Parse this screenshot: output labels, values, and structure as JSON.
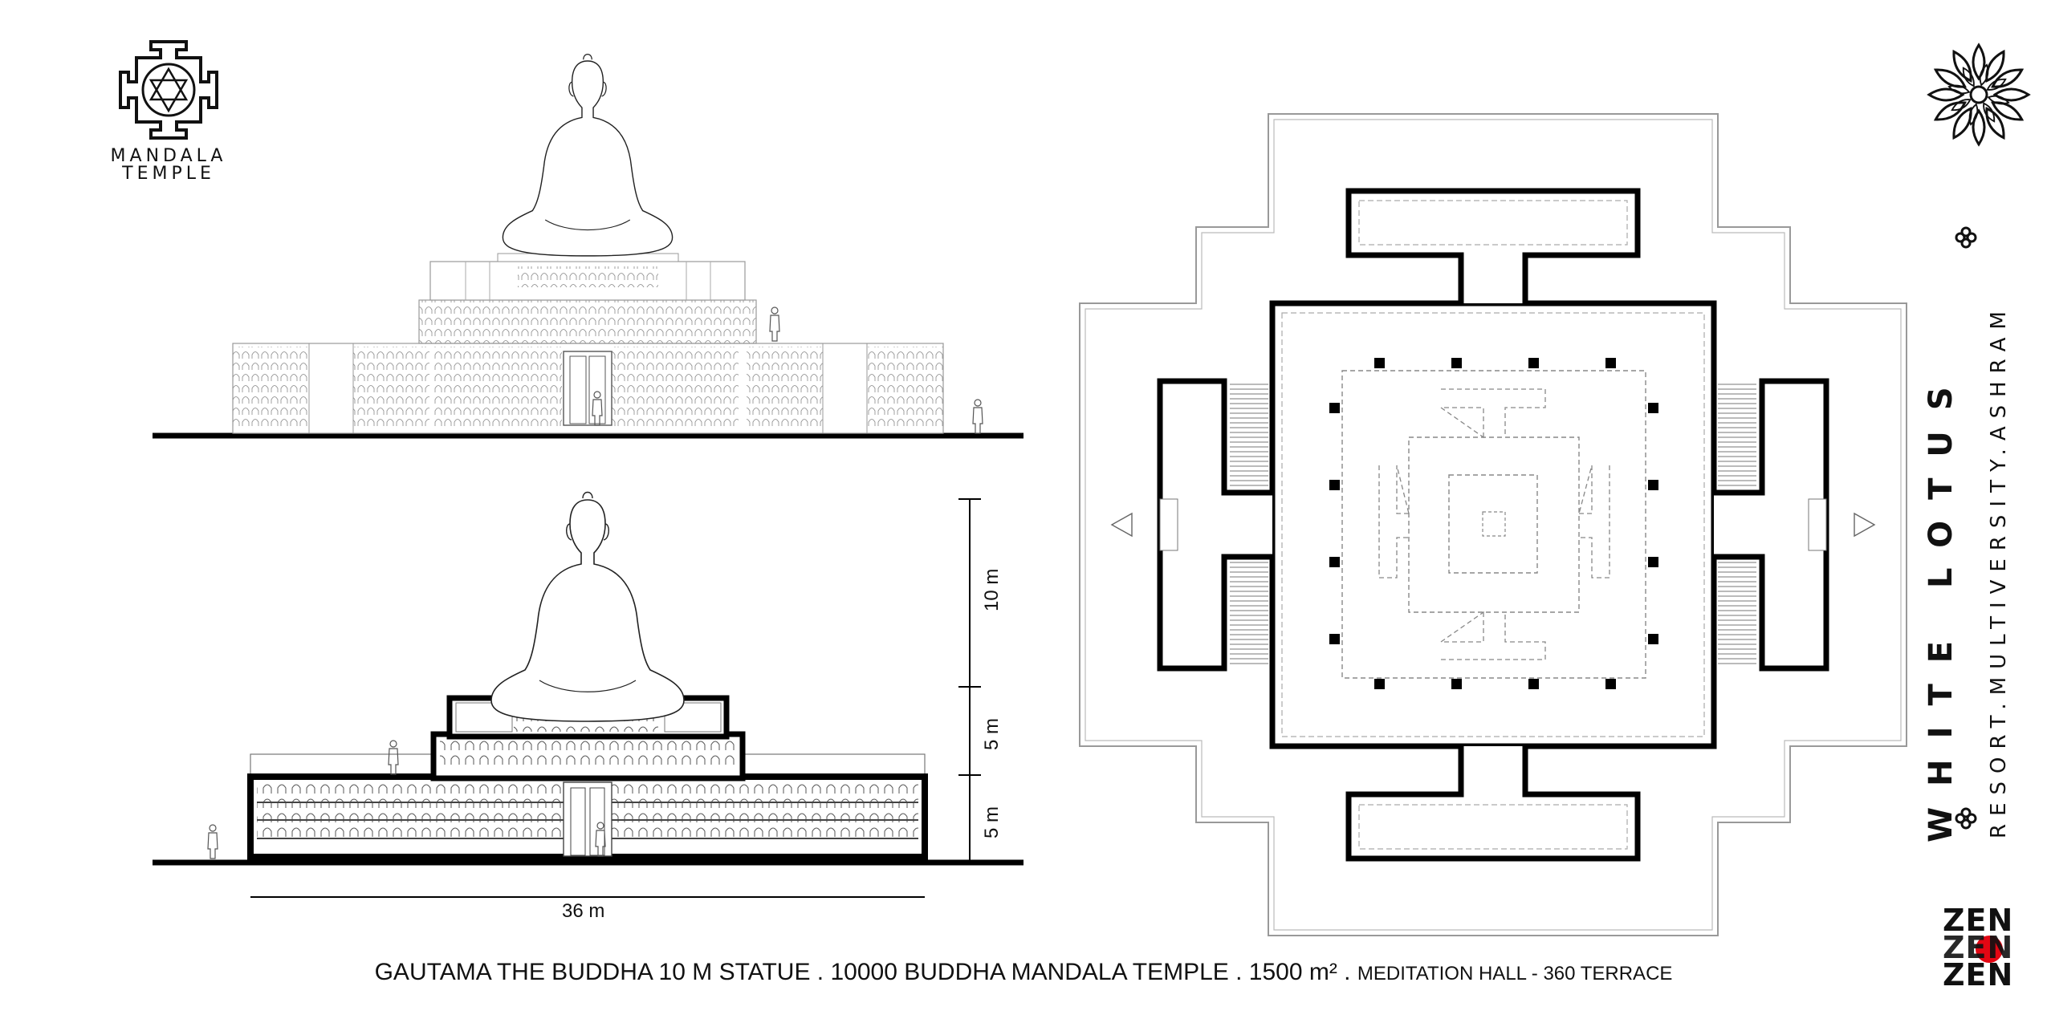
{
  "logo": {
    "name": "mandala-temple-yantra-logo",
    "line1": "MANDALA",
    "line2": "TEMPLE"
  },
  "brand": {
    "title": "WHITE LOTUS",
    "subtitle": "RESORT.MULTIVERSITY.ASHRAM",
    "zen_top": "ZEN",
    "zen_middle": "ZEN",
    "zen_bottom": "ZEN",
    "accent_color": "#e30613"
  },
  "dimensions": {
    "h1": "10 m",
    "h2": "5 m",
    "h3": "5 m",
    "width": "36 m"
  },
  "caption": {
    "main": "GAUTAMA THE BUDDHA 10 M STATUE . 10000 BUDDHA MANDALA TEMPLE . 1500 m² .",
    "small": "MEDITATION HALL - 360 TERRACE"
  },
  "icons": [
    "mandala-logo-icon",
    "lotus-icon",
    "flower-bullet-icon",
    "buddha-statue-icon",
    "human-figure-icon",
    "arrow-icon"
  ]
}
